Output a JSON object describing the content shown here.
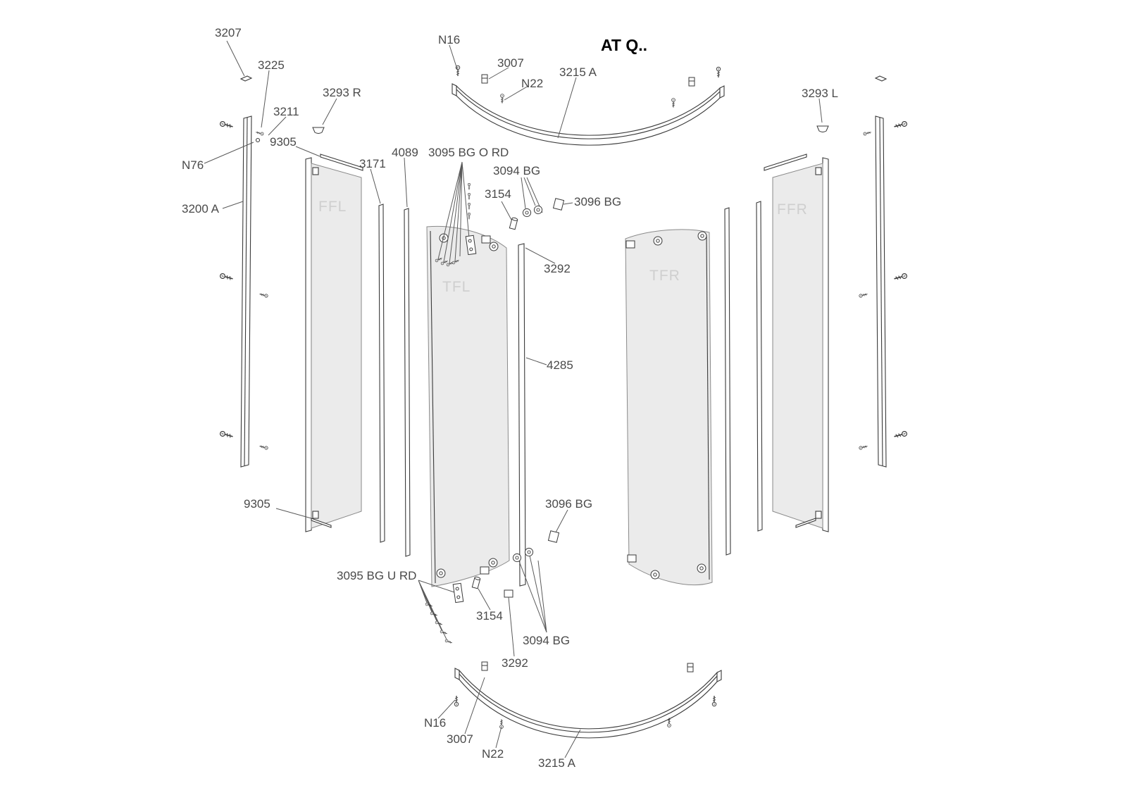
{
  "title": "AT Q..",
  "colors": {
    "glass": "#ebebeb",
    "line": "#3a3a3a",
    "label": "#4a4a4a",
    "panel_label": "#cfcfcf"
  },
  "panel_labels": {
    "ffl": "FFL",
    "tfl": "TFL",
    "tfr": "TFR",
    "ffr": "FFR"
  },
  "labels": {
    "p3207": "3207",
    "p3225": "3225",
    "p3211": "3211",
    "p3293r": "3293 R",
    "p9305_top": "9305",
    "pn76": "N76",
    "p3200a": "3200 A",
    "p3171": "3171",
    "p4089": "4089",
    "p3095_o": "3095 BG O RD",
    "p3094_top": "3094 BG",
    "p3154_top": "3154",
    "p3096_top": "3096 BG",
    "pn16_top": "N16",
    "p3007_top": "3007",
    "pn22_top": "N22",
    "p3215a_top": "3215 A",
    "p3293l": "3293 L",
    "p3292_top": "3292",
    "p4285": "4285",
    "p9305_bottom": "9305",
    "p3095_u": "3095 BG U RD",
    "p3154_bottom": "3154",
    "p3096_bottom": "3096 BG",
    "p3094_bottom": "3094 BG",
    "p3292_bottom": "3292",
    "pn16_bottom": "N16",
    "p3007_bottom": "3007",
    "pn22_bottom": "N22",
    "p3215a_bottom": "3215 A"
  }
}
